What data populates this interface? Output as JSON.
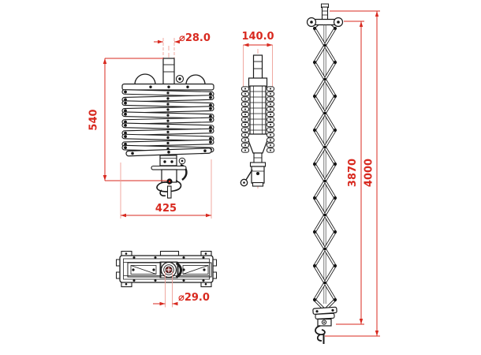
{
  "drawing": {
    "dimensions": {
      "shaft_diameter": "⌀28.0",
      "folded_height": "540",
      "folded_width": "425",
      "side_depth": "140.0",
      "hole_diameter": "⌀29.0",
      "extended_height": "3870",
      "total_height": "4000"
    },
    "colors": {
      "line": "#1b1b1b",
      "dimension_red": "#d8291f",
      "extension_pink": "#ef9f97",
      "hub_accent": "#7a2424",
      "background": "#ffffff"
    }
  }
}
